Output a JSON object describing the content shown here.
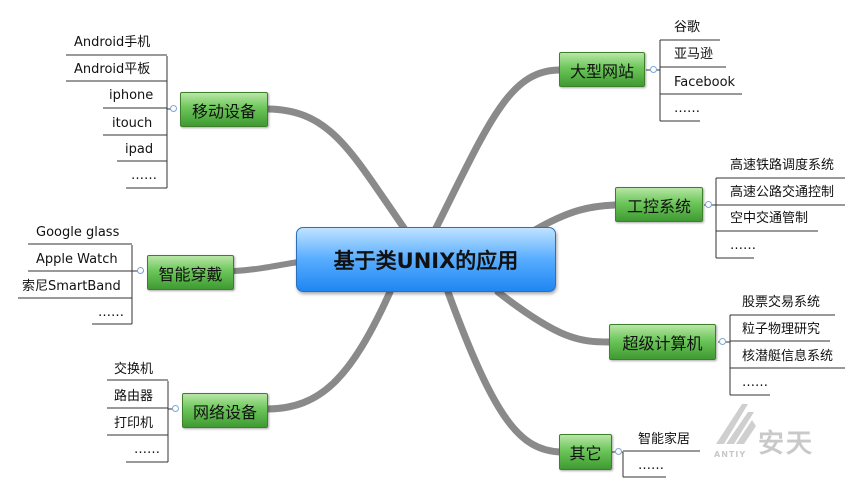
{
  "center": {
    "label": "基于类UNIX的应用"
  },
  "branches": [
    {
      "id": "mobile",
      "label": "移动设备",
      "items": [
        "Android手机",
        "Android平板",
        "iphone",
        "itouch",
        "ipad",
        "……"
      ]
    },
    {
      "id": "wearable",
      "label": "智能穿戴",
      "items": [
        "Google glass",
        "Apple Watch",
        "索尼SmartBand",
        "……"
      ]
    },
    {
      "id": "network",
      "label": "网络设备",
      "items": [
        "交换机",
        "路由器",
        "打印机",
        "……"
      ]
    },
    {
      "id": "websites",
      "label": "大型网站",
      "items": [
        "谷歌",
        "亚马逊",
        "Facebook",
        "……"
      ]
    },
    {
      "id": "control",
      "label": "工控系统",
      "items": [
        "高速铁路调度系统",
        "高速公路交通控制",
        "空中交通管制",
        "……"
      ]
    },
    {
      "id": "supercomputer",
      "label": "超级计算机",
      "items": [
        "股票交易系统",
        "粒子物理研究",
        "核潜艇信息系统",
        "……"
      ]
    },
    {
      "id": "other",
      "label": "其它",
      "items": [
        "智能家居",
        "……"
      ]
    }
  ],
  "watermark": {
    "brand": "安天",
    "sub": "ANTIY"
  },
  "colors": {
    "branch_node": "#5fba4e",
    "center_node": "#3d9bff",
    "connector": "#8a8a8a",
    "leaf_line": "#333333"
  }
}
